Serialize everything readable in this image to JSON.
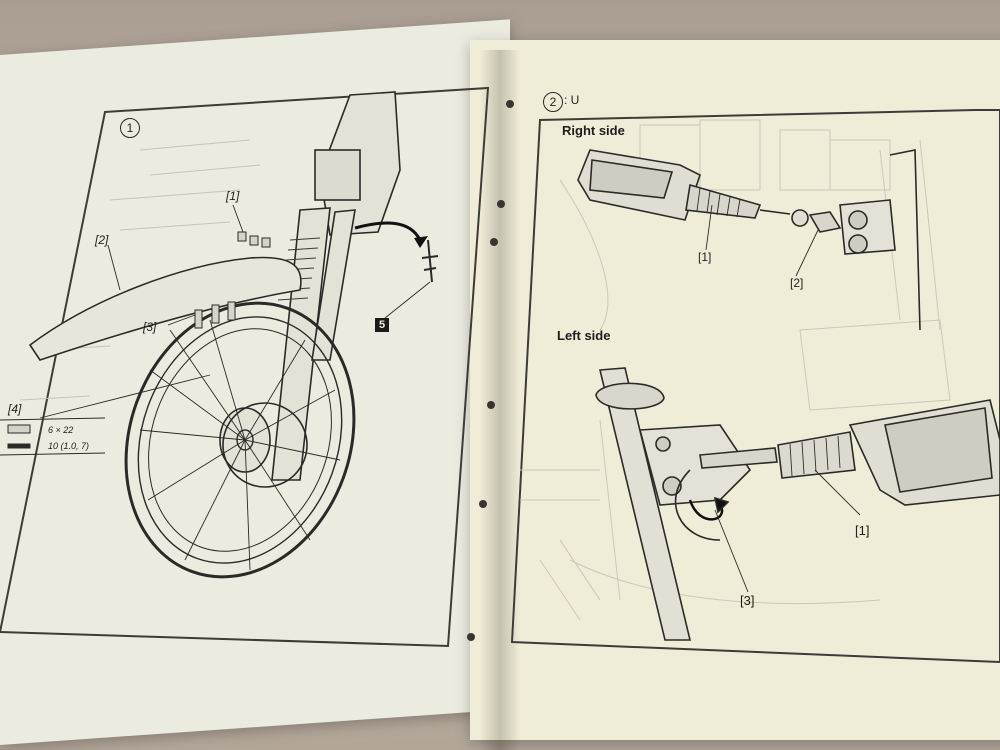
{
  "left_page": {
    "step_number": "1",
    "callouts": {
      "c1": "[1]",
      "c2": "[2]",
      "c3": "[3]",
      "c4": "[4]",
      "c5": "5"
    },
    "spec_bolt": "6 × 22",
    "spec_torque": "10 (1.0, 7)"
  },
  "right_page": {
    "step_number": "2",
    "step_suffix": ": U",
    "right_side_title": "Right side",
    "left_side_title": "Left side",
    "right_callouts": {
      "c1": "[1]",
      "c2": "[2]"
    },
    "left_callouts": {
      "c1": "[1]",
      "c3": "[3]"
    }
  },
  "colors": {
    "paper": "#eeebd9",
    "ink": "#1e1e1e",
    "background": "#b9ada0"
  }
}
